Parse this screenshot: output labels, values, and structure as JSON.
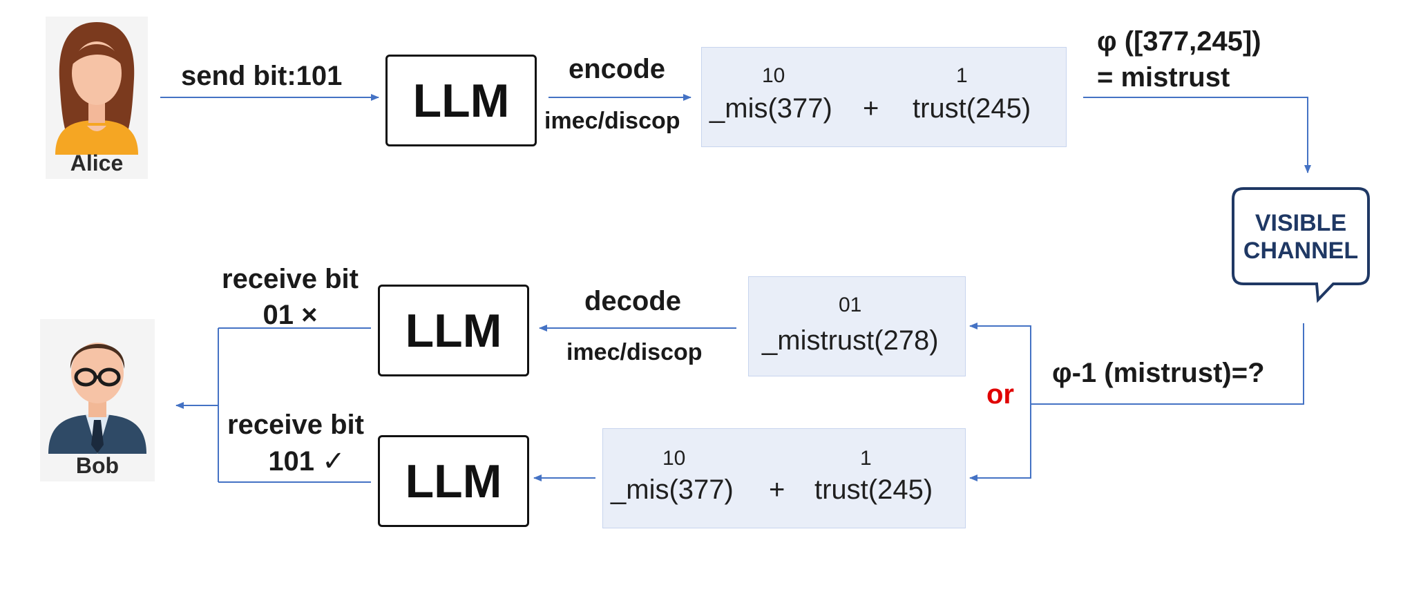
{
  "alice": {
    "name": "Alice"
  },
  "bob": {
    "name": "Bob"
  },
  "top": {
    "send_label": "send bit:101",
    "llm": "LLM",
    "encode_label": "encode",
    "method_label": "imec/discop",
    "tokens": [
      {
        "bits": "10",
        "token": "_mis(377)"
      },
      {
        "plus": "+"
      },
      {
        "bits": "1",
        "token": "trust(245)"
      }
    ],
    "phi_line1": "φ ([377,245])",
    "phi_line2": "= mistrust"
  },
  "channel": {
    "line1": "VISIBLE",
    "line2": "CHANNEL"
  },
  "middle": {
    "llm": "LLM",
    "decode_label": "decode",
    "method_label": "imec/discop",
    "token_bits": "01",
    "token": "_mistrust(278)",
    "receive_line1": "receive bit",
    "receive_line2": "01 ×",
    "phi_inverse": "φ-1 (mistrust)=?",
    "or_label": "or"
  },
  "bottom": {
    "llm": "LLM",
    "receive_line1": "receive bit",
    "receive_line2": "101 ✓",
    "tokens": [
      {
        "bits": "10",
        "token": "_mis(377)"
      },
      {
        "plus": "+"
      },
      {
        "bits": "1",
        "token": "trust(245)"
      }
    ]
  },
  "colors": {
    "arrow": "#4472c4",
    "token_box": "#e9eef8",
    "or": "#e00000",
    "channel": "#1f3864"
  }
}
